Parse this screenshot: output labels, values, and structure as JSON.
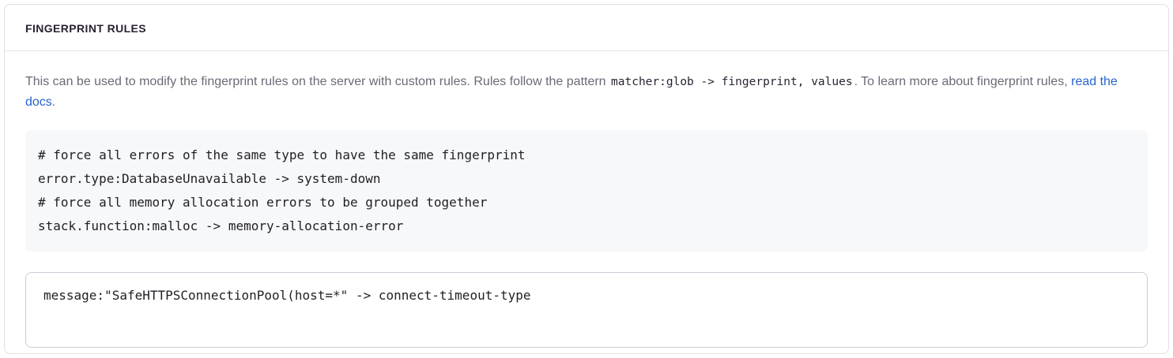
{
  "panel": {
    "title": "FINGERPRINT RULES",
    "description": {
      "text_before": "This can be used to modify the fingerprint rules on the server with custom rules. Rules follow the pattern",
      "pattern_code": "matcher:glob -> fingerprint, values",
      "text_middle": ". To learn more about fingerprint rules,",
      "link_text": "read the docs",
      "text_after": "."
    },
    "example_code": "# force all errors of the same type to have the same fingerprint\nerror.type:DatabaseUnavailable -> system-down\n# force all memory allocation errors to be grouped together\nstack.function:malloc -> memory-allocation-error",
    "rules_input": {
      "value": "message:\"SafeHTTPSConnectionPool(host=*\" -> connect-timeout-type"
    },
    "colors": {
      "link": "#2962cc",
      "panel_border": "#e2dee6",
      "code_background": "#f7f8f9",
      "heading_text": "#2b2233",
      "body_text": "#6e6876"
    }
  }
}
